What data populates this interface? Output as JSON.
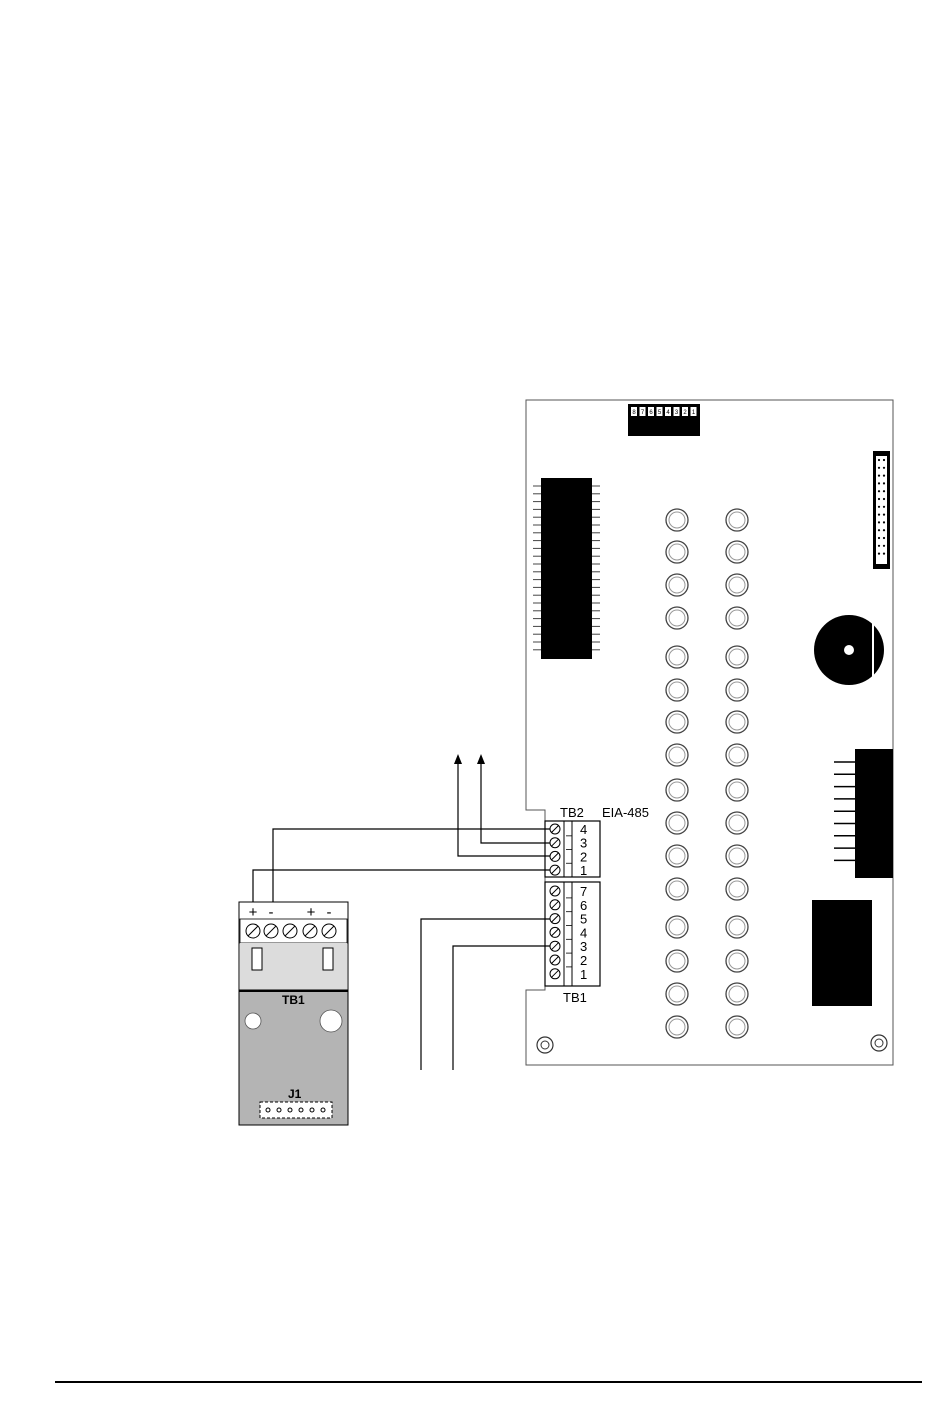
{
  "labels": {
    "tb2": "TB2",
    "eia": "EIA-485",
    "tb1_main": "TB1",
    "tb1_module": "TB1",
    "j1": "J1"
  },
  "tb2_terminals": [
    "4",
    "3",
    "2",
    "1"
  ],
  "tb1_terminals": [
    "7",
    "6",
    "5",
    "4",
    "3",
    "2",
    "1"
  ],
  "module_polarity": [
    "+",
    "-",
    "+",
    "-"
  ],
  "dip_switch_positions": [
    "8",
    "7",
    "6",
    "5",
    "4",
    "3",
    "2",
    "1"
  ]
}
